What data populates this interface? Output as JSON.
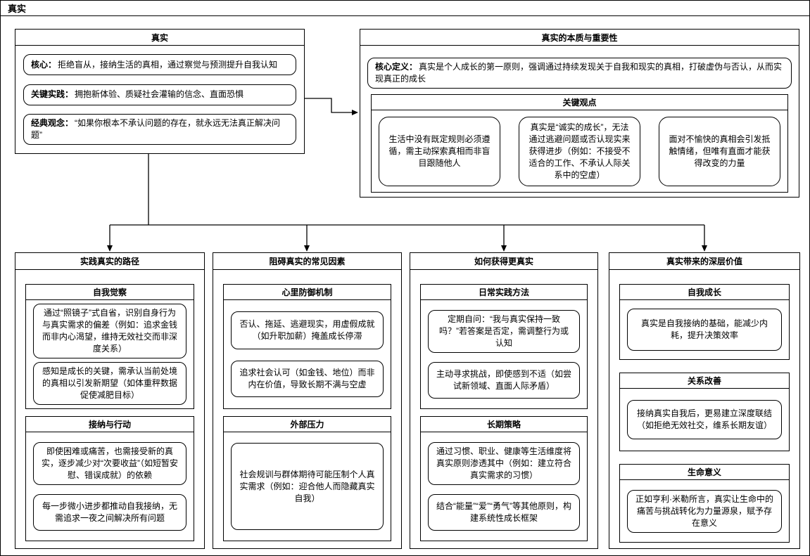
{
  "page": {
    "title": "真实"
  },
  "root": {
    "title": "真实",
    "items": [
      {
        "label": "核心：",
        "text": "拒绝盲从，接纳生活的真相，通过察觉与预测提升自我认知"
      },
      {
        "label": "关键实践：",
        "text": "拥抱新体验、质疑社会灌输的信念、直面恐惧"
      },
      {
        "label": "经典观念：",
        "text": "“如果你根本不承认问题的存在，就永远无法真正解决问题”"
      }
    ]
  },
  "essence": {
    "title": "真实的本质与重要性",
    "definition": {
      "label": "核心定义：",
      "text": "真实是个人成长的第一原则，强调通过持续发现关于自我和现实的真相，打破虚伪与否认，从而实现真正的成长"
    },
    "key_points": {
      "title": "关键观点",
      "items": [
        "生活中没有既定规则必须遵循，需主动探索真相而非盲目跟随他人",
        "真实是“诚实的成长”，无法通过逃避问题或否认现实来获得进步（例如：不接受不适合的工作、不承认人际关系中的空虚）",
        "面对不愉快的真相会引发抵触情绪，但唯有直面才能获得改变的力量"
      ]
    }
  },
  "columns": [
    {
      "title": "实践真实的路径",
      "groups": [
        {
          "title": "自我觉察",
          "items": [
            "通过“照镜子”式自省，识别自身行为与真实需求的偏差（例如：追求金钱而非内心渴望，维持无效社交而非深度关系）",
            "感知是成长的关键，需承认当前处境的真相以引发新期望（如体重秤数据促使减肥目标）"
          ]
        },
        {
          "title": "接纳与行动",
          "items": [
            "即使困难或痛苦，也需接受新的真实，逐步减少对“次要收益”（如短暂安慰、错误成就）的依赖",
            "每一步微小进步都推动自我接纳，无需追求一夜之间解决所有问题"
          ]
        }
      ]
    },
    {
      "title": "阻碍真实的常见因素",
      "groups": [
        {
          "title": "心里防御机制",
          "items": [
            "否认、拖延、逃避现实，用虚假成就（如升职加薪）掩盖成长停滞",
            "追求社会认可（如金钱、地位）而非内在价值，导致长期不满与空虚"
          ]
        },
        {
          "title": "外部压力",
          "items": [
            "社会规训与群体期待可能压制个人真实需求（例如：迎合他人而隐藏真实自我）"
          ]
        }
      ]
    },
    {
      "title": "如何获得更真实",
      "groups": [
        {
          "title": "日常实践方法",
          "items": [
            "定期自问：“我与真实保持一致吗？”若答案是否定，需调整行为或认知",
            "主动寻求挑战，即使感到不适（如尝试新领域、直面人际矛盾）"
          ]
        },
        {
          "title": "长期策略",
          "items": [
            "通过习惯、职业、健康等生活维度将真实原则渗透其中（例如：建立符合真实需求的习惯）",
            "结合“能量”“爱”“勇气”等其他原则，构建系统性成长框架"
          ]
        }
      ]
    },
    {
      "title": "真实带来的深层价值",
      "groups": [
        {
          "title": "自我成长",
          "items": [
            "真实是自我接纳的基础，能减少内耗，提升决策效率"
          ]
        },
        {
          "title": "关系改善",
          "items": [
            "接纳真实自我后，更易建立深度联结（如拒绝无效社交，维系长期友谊）"
          ]
        },
        {
          "title": "生命意义",
          "items": [
            "正如亨利·米勒所言，真实让生命中的痛苦与挑战转化为力量源泉，赋予存在意义"
          ]
        }
      ]
    }
  ],
  "colors": {
    "border": "#000000",
    "background": "#ffffff",
    "text": "#000000"
  }
}
